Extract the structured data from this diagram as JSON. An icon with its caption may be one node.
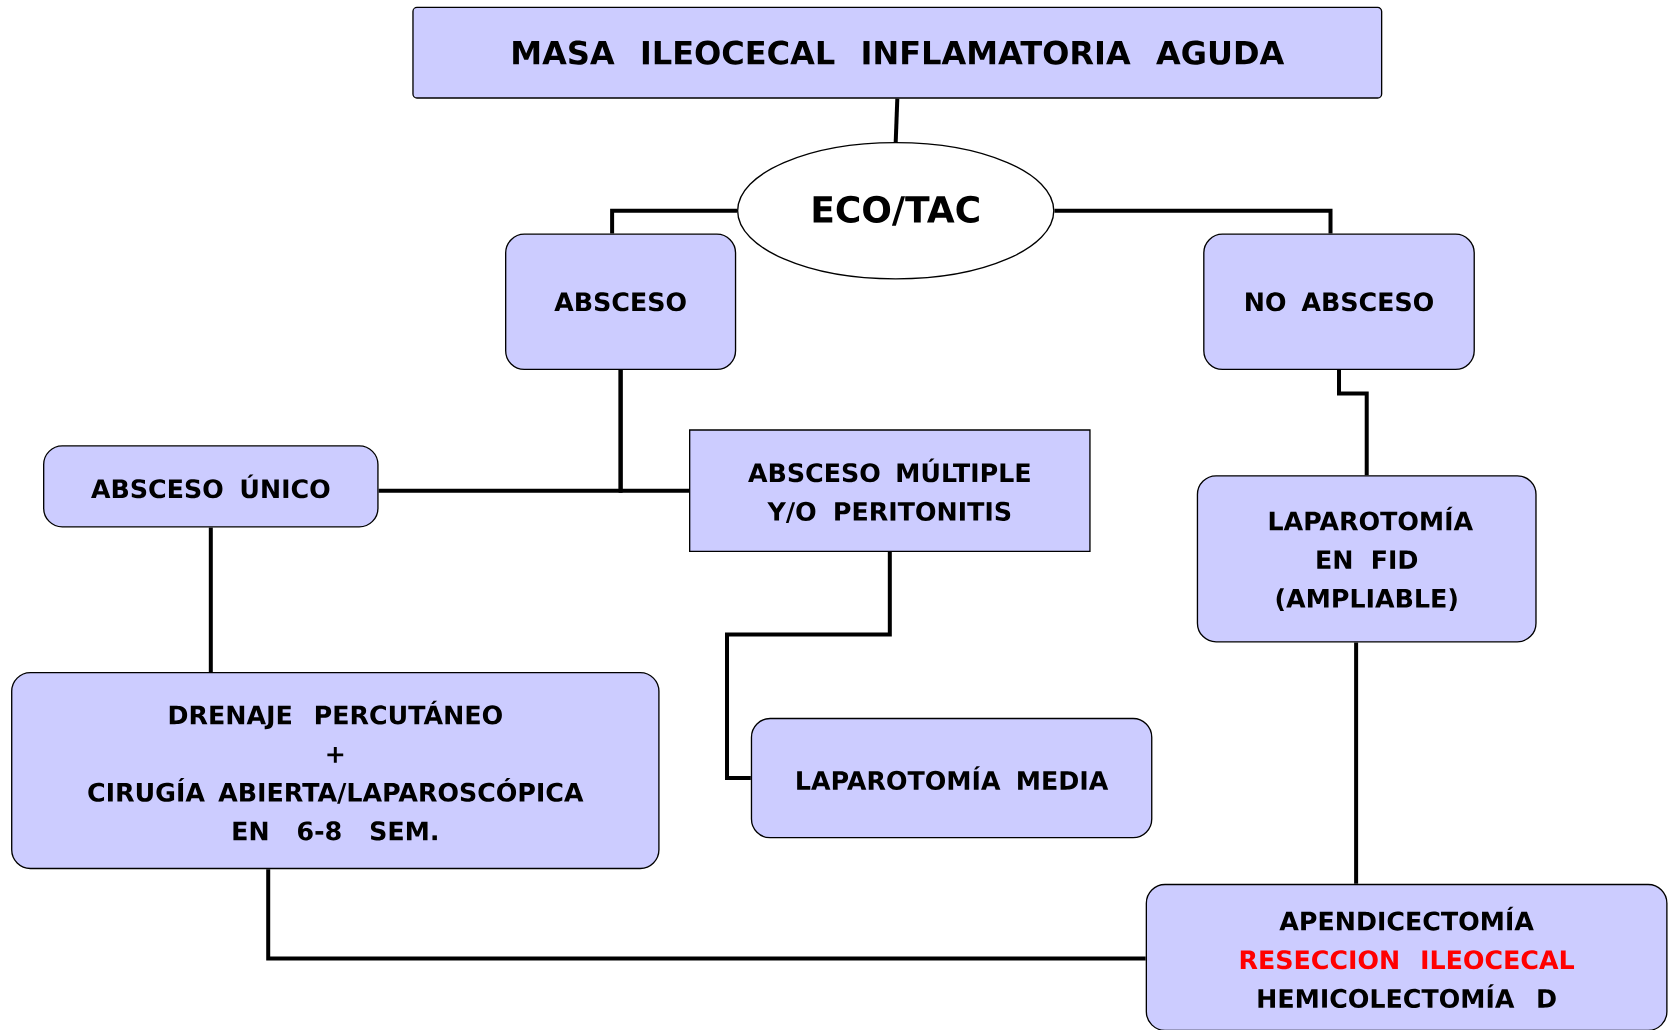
{
  "diagram": {
    "nodes": [
      {
        "text": [
          "MASA ILEOCECAL INFLAMATORIA AGUDA"
        ]
      },
      {
        "text": [
          "ECO/TAC"
        ]
      },
      {
        "text": [
          "ABSCESO"
        ]
      },
      {
        "text": [
          "NO ABSCESO"
        ]
      },
      {
        "text": [
          "ABSCESO ÚNICO"
        ]
      },
      {
        "text": [
          "ABSCESO MÚLTIPLE Y/O PERITONITIS"
        ]
      },
      {
        "text": [
          "LAPAROTOMÍA EN FID (AMPLIABLE)"
        ]
      },
      {
        "text": [
          "DRENAJE PERCUTÁNEO",
          "+",
          "CIRUGÍA ABIERTA/LAPAROSCÓPICA EN 6-8 SEM."
        ]
      },
      {
        "text": [
          "LAPAROTOMÍA MEDIA"
        ]
      },
      {
        "text": [
          "APENDICECTOMÍA",
          "RESECCION ILEOCECAL",
          "HEMICOLECTOMÍA D"
        ]
      }
    ],
    "edges": [
      {
        "from": 0,
        "to": 1,
        "arrow": "none"
      },
      {
        "from": 1,
        "to": 2,
        "arrow": "none"
      },
      {
        "from": 1,
        "to": 3,
        "arrow": "none"
      },
      {
        "from": 2,
        "to": 4,
        "arrow": "none"
      },
      {
        "from": 2,
        "to": 5,
        "arrow": "none"
      },
      {
        "from": 3,
        "to": 6,
        "arrow": "none"
      },
      {
        "from": 4,
        "to": 7,
        "arrow": "none"
      },
      {
        "from": 5,
        "to": 8,
        "arrow": "none"
      },
      {
        "from": 6,
        "to": 9,
        "arrow": "none"
      },
      {
        "from": 7,
        "to": 9,
        "arrow": "none"
      }
    ]
  }
}
